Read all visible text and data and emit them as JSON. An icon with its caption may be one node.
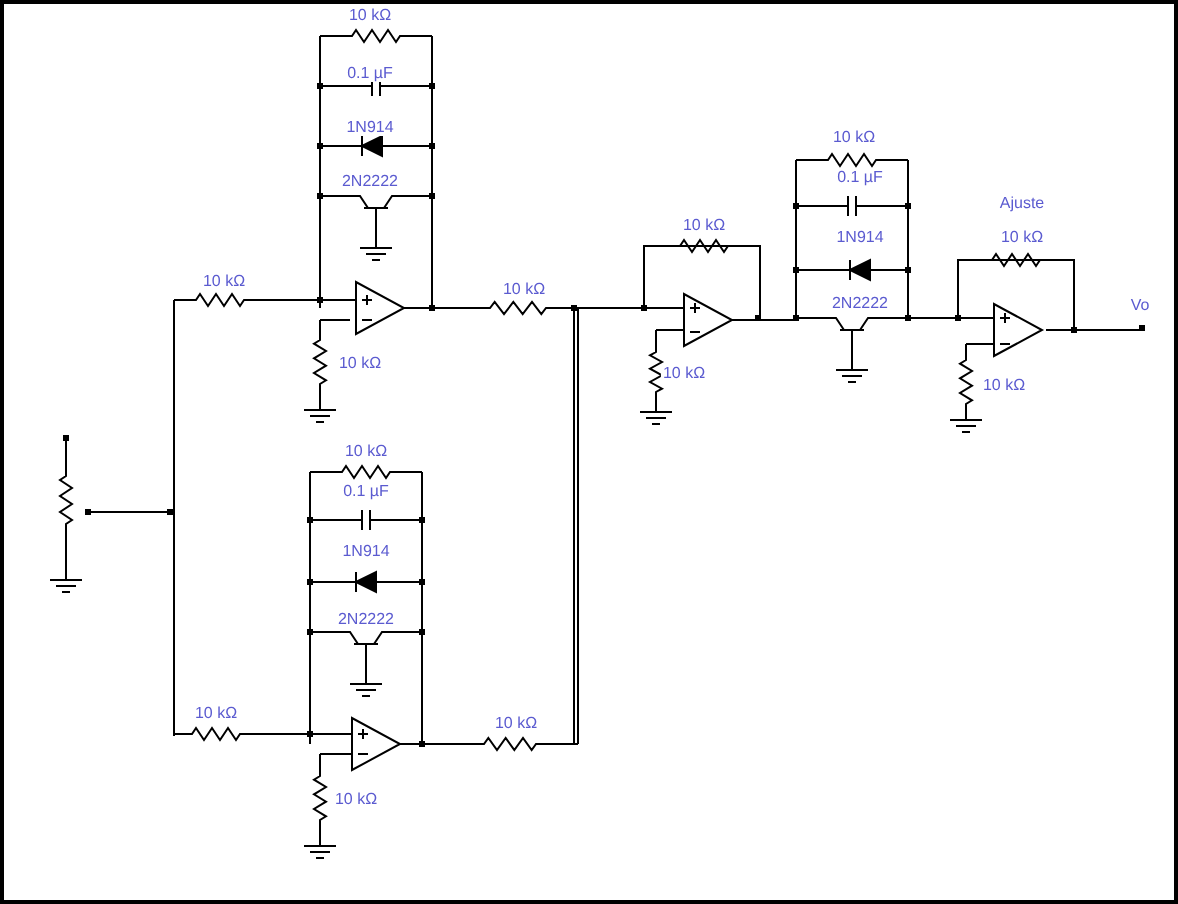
{
  "diagram": {
    "labels": [
      "10 kΩ",
      "0.1 µF",
      "1N914",
      "10 kΩ",
      "2N2222",
      "0.1 µF",
      "Ajuste",
      "10 kΩ",
      "1N914",
      "10 kΩ",
      "10 kΩ",
      "10 kΩ",
      "2N2222",
      "Vo",
      "10 kΩ",
      "10 kΩ",
      "10 kΩ",
      "10 kΩ",
      "0.1 µF",
      "1N914",
      "2N2222",
      "10 kΩ",
      "10 kΩ",
      "10 kΩ"
    ]
  }
}
